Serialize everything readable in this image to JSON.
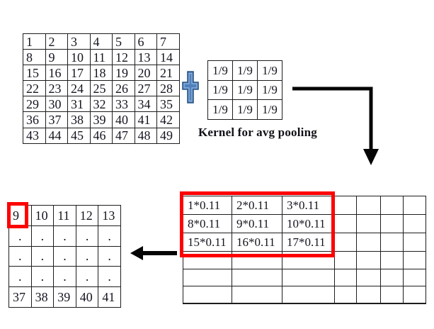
{
  "diagram": {
    "kernel_caption": "Kernel for avg pooling"
  },
  "input_matrix": {
    "rows": [
      [
        "1",
        "2",
        "3",
        "4",
        "5",
        "6",
        "7"
      ],
      [
        "8",
        "9",
        "10",
        "11",
        "12",
        "13",
        "14"
      ],
      [
        "15",
        "16",
        "17",
        "18",
        "19",
        "20",
        "21"
      ],
      [
        "22",
        "23",
        "24",
        "25",
        "26",
        "27",
        "28"
      ],
      [
        "29",
        "30",
        "31",
        "32",
        "33",
        "34",
        "35"
      ],
      [
        "36",
        "37",
        "38",
        "39",
        "40",
        "41",
        "42"
      ],
      [
        "43",
        "44",
        "45",
        "46",
        "47",
        "48",
        "49"
      ]
    ]
  },
  "kernel": {
    "rows": [
      [
        "1/9",
        "1/9",
        "1/9"
      ],
      [
        "1/9",
        "1/9",
        "1/9"
      ],
      [
        "1/9",
        "1/9",
        "1/9"
      ]
    ]
  },
  "computation_grid": {
    "rows": [
      [
        "1*0.11",
        "2*0.11",
        "3*0.11",
        "",
        "",
        "",
        ""
      ],
      [
        "8*0.11",
        "9*0.11",
        "10*0.11",
        "",
        "",
        "",
        ""
      ],
      [
        "15*0.11",
        "16*0.11",
        "17*0.11",
        "",
        "",
        "",
        ""
      ],
      [
        "",
        "",
        "",
        "",
        "",
        "",
        ""
      ],
      [
        "",
        "",
        "",
        "",
        "",
        "",
        ""
      ],
      [
        "",
        "",
        "",
        "",
        "",
        "",
        ""
      ],
      [
        "",
        "",
        "",
        "",
        "",
        "",
        ""
      ]
    ]
  },
  "output_matrix": {
    "rows": [
      [
        "9",
        "10",
        "11",
        "12",
        "13"
      ],
      [
        ".",
        ".",
        ".",
        ".",
        "."
      ],
      [
        ".",
        ".",
        ".",
        ".",
        "."
      ],
      [
        ".",
        ".",
        ".",
        ".",
        "."
      ],
      [
        "37",
        "38",
        "39",
        "40",
        "41"
      ]
    ]
  },
  "icons": {
    "plus": "plus-cross",
    "elbow_arrow": "arrow-right-then-down",
    "left_arrow": "arrow-left"
  },
  "colors": {
    "highlight_red": "#fe0000",
    "plus_fill": "#4f81bd",
    "plus_border": "#2c5784",
    "plus_inner": "#93b5da",
    "arrow_black": "#050505"
  }
}
